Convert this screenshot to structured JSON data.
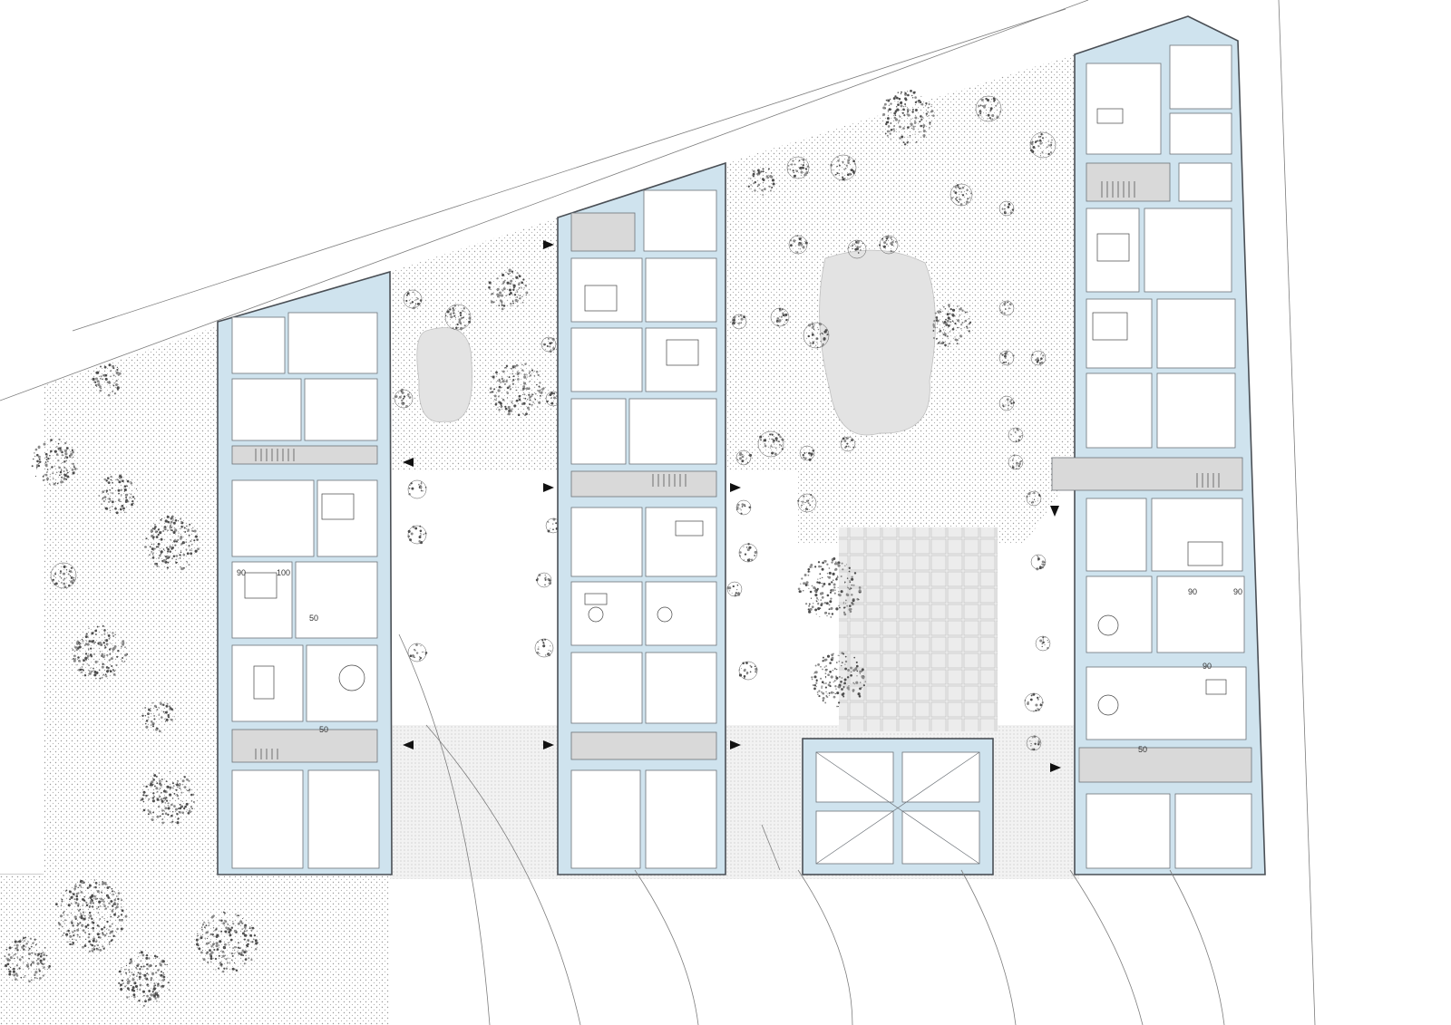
{
  "dimension_labels": [
    {
      "id": "dim-a-90",
      "text": "90"
    },
    {
      "id": "dim-a-100",
      "text": "100"
    },
    {
      "id": "dim-a-50-1",
      "text": "50"
    },
    {
      "id": "dim-a-50-2",
      "text": "50"
    },
    {
      "id": "dim-d-90-1",
      "text": "90"
    },
    {
      "id": "dim-d-90-2",
      "text": "90"
    },
    {
      "id": "dim-d-90-3",
      "text": "90"
    },
    {
      "id": "dim-d-50",
      "text": "50"
    }
  ],
  "colors": {
    "wall": "#cfe3ee",
    "outline": "#4a4f55",
    "corridor": "#d9d9d9",
    "courtyard_stipple": "#c9c9c9",
    "tree_dots": "#6d6d6d",
    "pond": "#e3e3e3"
  },
  "icons": [
    "tree-icon",
    "entrance-arrow-icon",
    "stair-icon",
    "bed-icon",
    "table-icon",
    "sofa-icon",
    "toilet-icon"
  ]
}
